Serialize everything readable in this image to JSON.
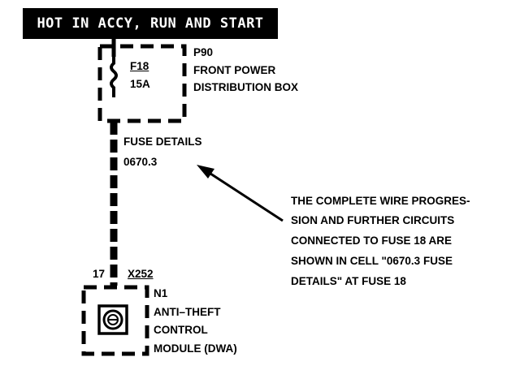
{
  "header": {
    "title": "HOT IN ACCY, RUN AND  START"
  },
  "fuse_box": {
    "connector": "P90",
    "name_line1": "FRONT POWER",
    "name_line2": "DISTRIBUTION BOX",
    "fuse_id": "F18",
    "fuse_rating": "15A"
  },
  "fuse_details": {
    "title": "FUSE DETAILS",
    "cell": "0670.3"
  },
  "note": {
    "lines": [
      "THE COMPLETE WIRE PROGRES-",
      "SION AND FURTHER CIRCUITS",
      "CONNECTED TO FUSE 18 ARE",
      "SHOWN IN CELL \"0670.3 FUSE",
      "DETAILS\" AT FUSE 18"
    ]
  },
  "module": {
    "pin": "17",
    "connector": "X252",
    "id": "N1",
    "name_line1": "ANTI–THEFT",
    "name_line2": "CONTROL",
    "name_line3": "MODULE (DWA)"
  }
}
